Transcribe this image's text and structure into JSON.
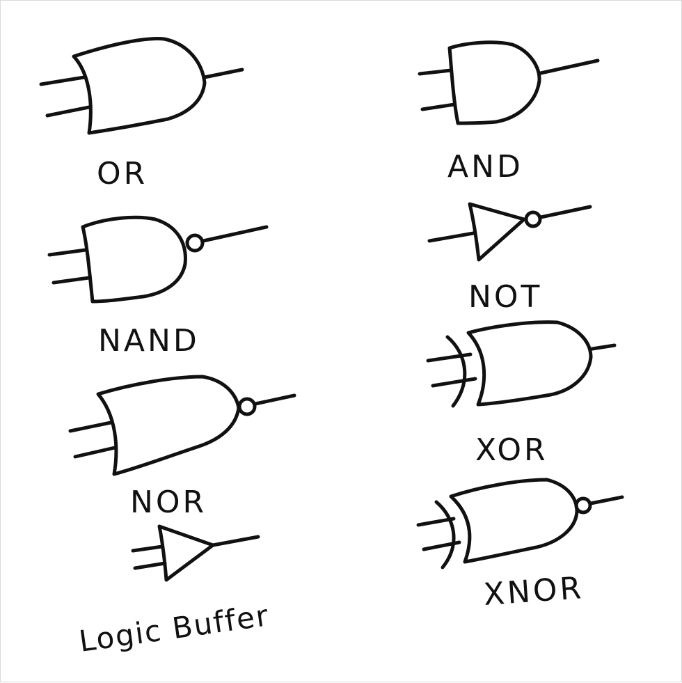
{
  "gates": {
    "or": {
      "label": "OR"
    },
    "and": {
      "label": "AND"
    },
    "nand": {
      "label": "NAND"
    },
    "not": {
      "label": "NOT"
    },
    "nor": {
      "label": "NOR"
    },
    "xor": {
      "label": "XOR"
    },
    "buffer": {
      "label": "Logic Buffer"
    },
    "xnor": {
      "label": "XNOR"
    }
  },
  "colors": {
    "ink": "#111111",
    "background": "#ffffff"
  }
}
